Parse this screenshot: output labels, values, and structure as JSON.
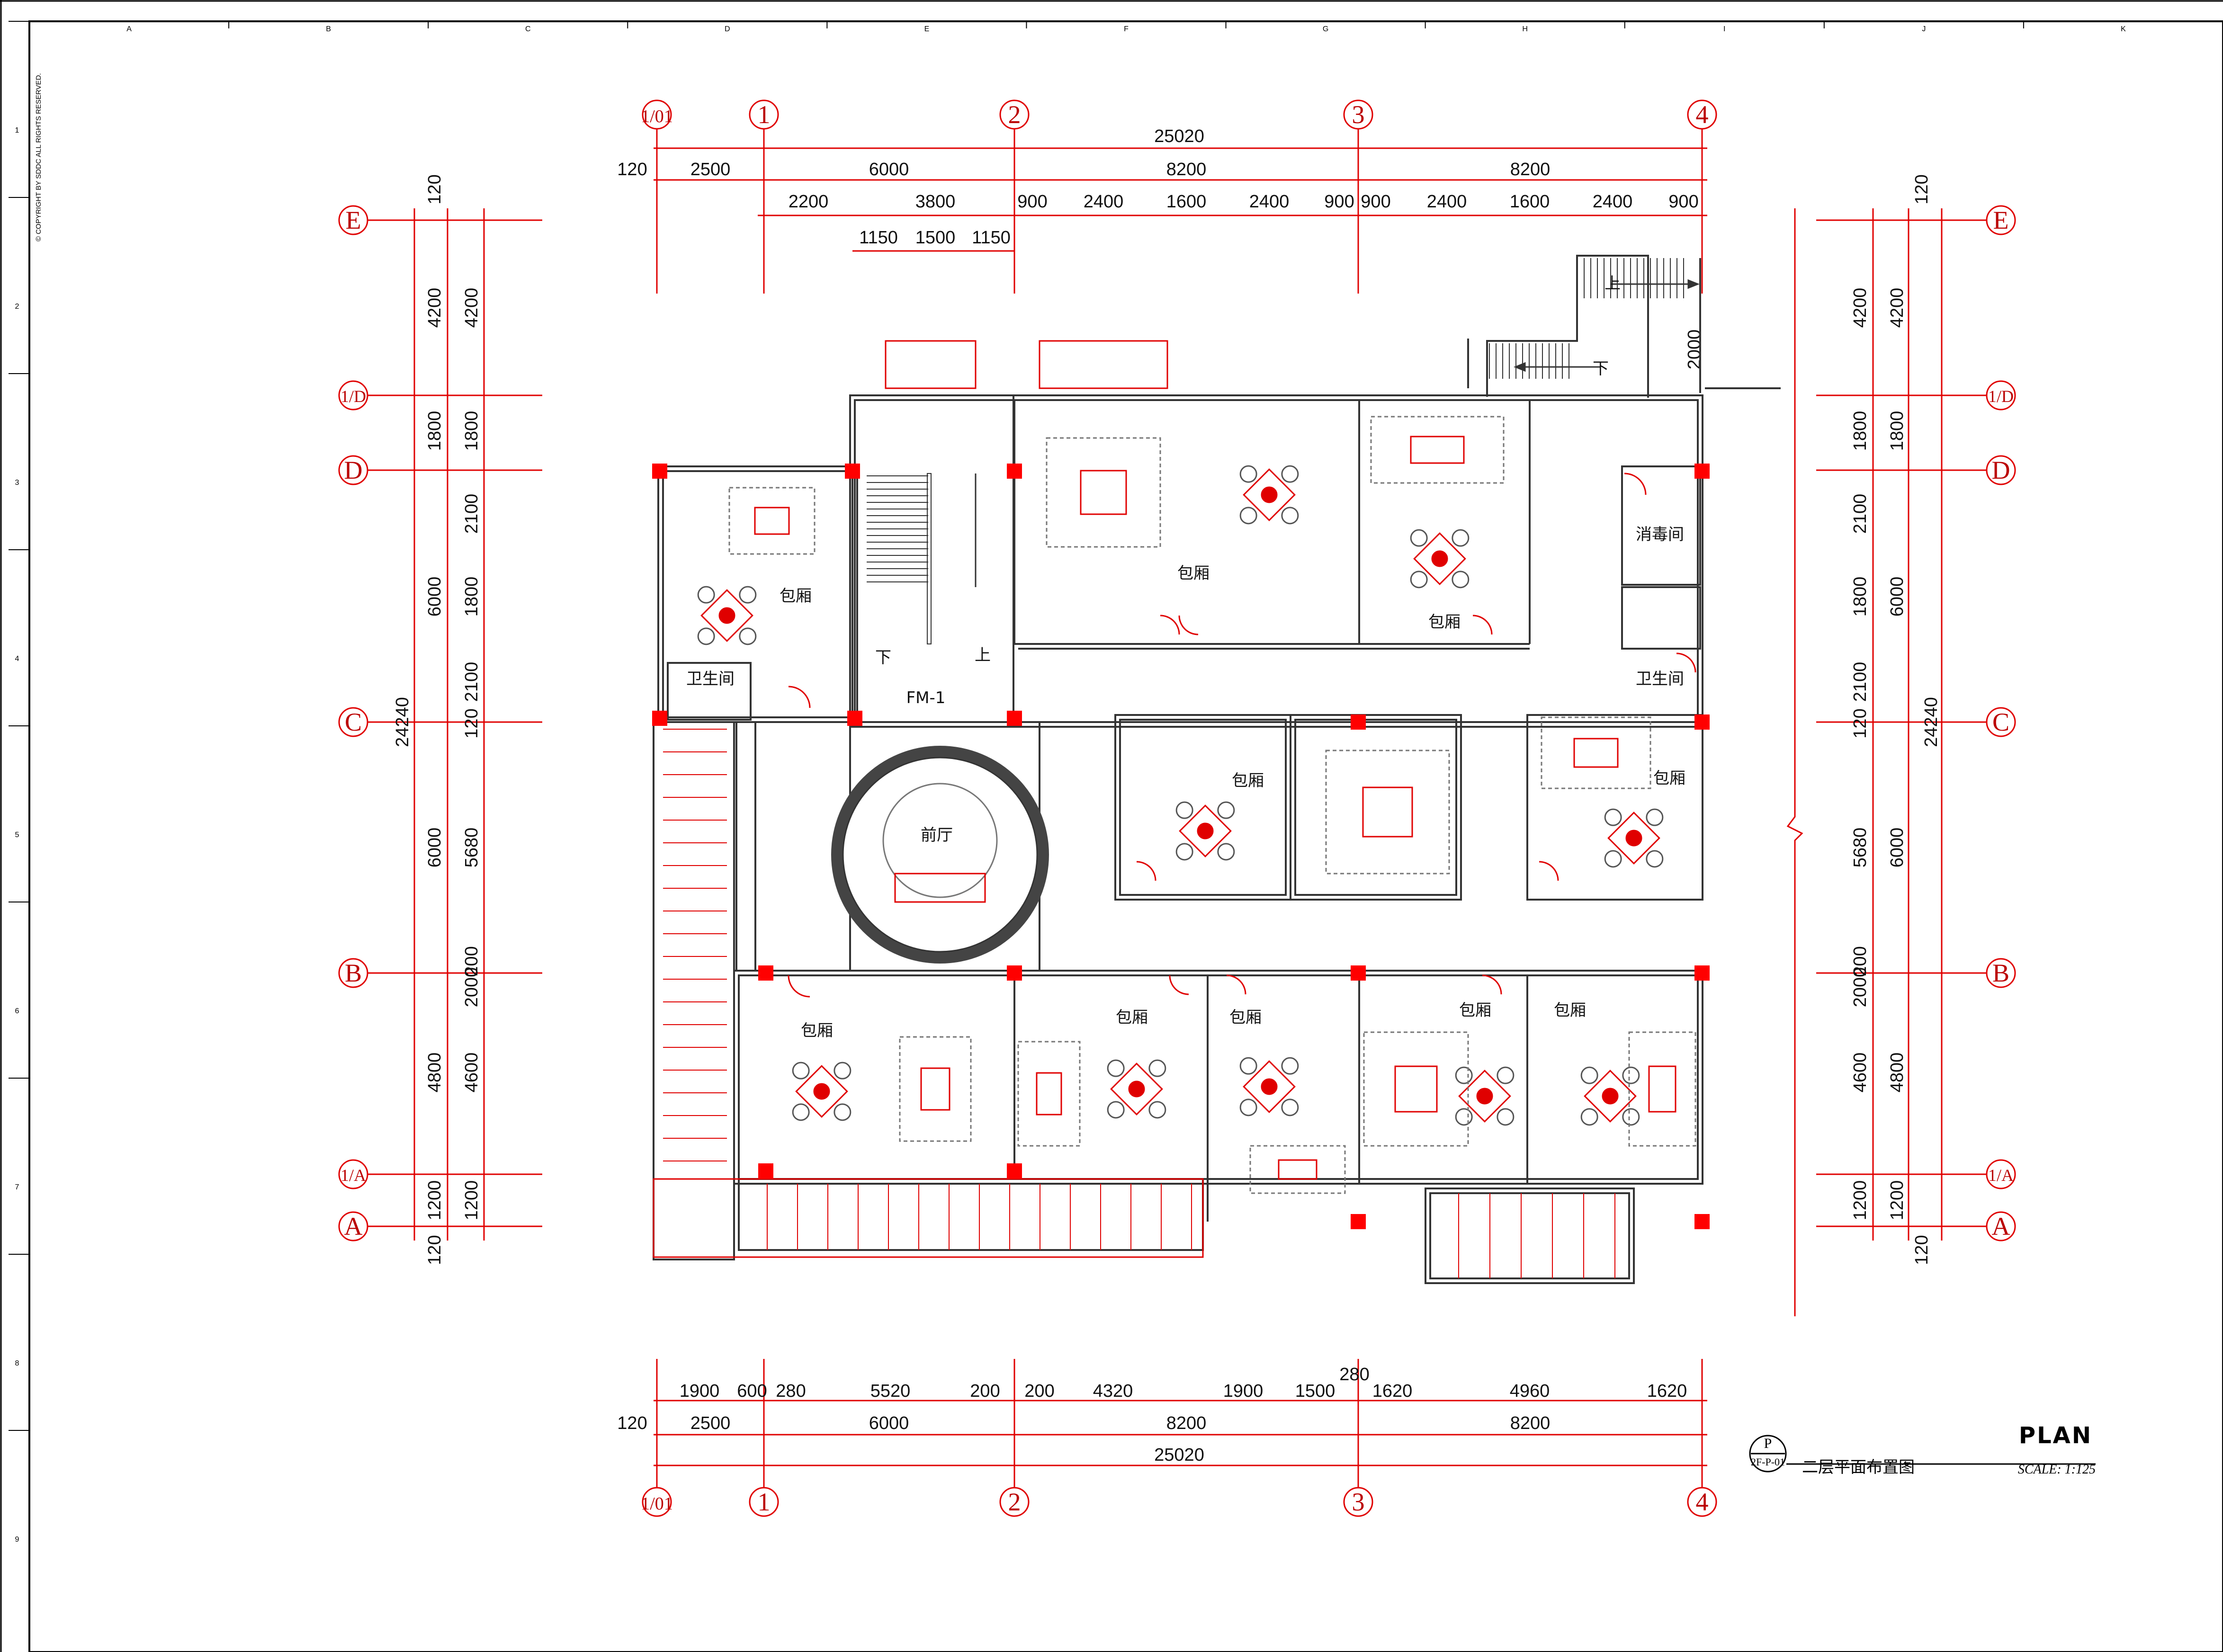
{
  "sheet": {
    "copyright": "© COPYRIGHT BY SDDC ALL RIGHTS RESERVED.",
    "border_columns": [
      "A",
      "B",
      "C",
      "D",
      "E",
      "F",
      "G",
      "H",
      "I",
      "J",
      "K"
    ],
    "border_rows": [
      "1",
      "2",
      "3",
      "4",
      "5",
      "6",
      "7",
      "8",
      "9"
    ]
  },
  "grid": {
    "vertical_axes": [
      "1/01",
      "1",
      "2",
      "3",
      "4"
    ],
    "horizontal_axes": [
      "E",
      "1/D",
      "D",
      "C",
      "B",
      "1/A",
      "A"
    ]
  },
  "dimensions": {
    "top_total": "25020",
    "top_row1": [
      "120",
      "2500",
      "6000",
      "8200",
      "8200"
    ],
    "top_row2": [
      "2200",
      "3800",
      "900",
      "2400",
      "1600",
      "2400",
      "900",
      "900",
      "2400",
      "1600",
      "2400",
      "900"
    ],
    "top_row3": [
      "1150",
      "1500",
      "1150"
    ],
    "bottom_row1": [
      "1900",
      "600",
      "280",
      "5520",
      "200",
      "200",
      "4320",
      "1900",
      "1500",
      "280",
      "1620",
      "4960",
      "1620"
    ],
    "bottom_row2": [
      "120",
      "2500",
      "6000",
      "8200",
      "8200"
    ],
    "bottom_total": "25020",
    "left_outer": [
      "120",
      "4200",
      "1800",
      "6000",
      "24240",
      "6000",
      "4800",
      "1200",
      "120"
    ],
    "left_inner": [
      "4200",
      "1800",
      "2100",
      "1800",
      "2100",
      "120",
      "5680",
      "200",
      "2000",
      "4600",
      "1200"
    ],
    "right_inner": [
      "120",
      "4200",
      "1800",
      "2100",
      "1800",
      "2100",
      "120",
      "5680",
      "200",
      "2000",
      "4600",
      "1200",
      "120"
    ],
    "right_outer": [
      "4200",
      "1800",
      "6000",
      "24240",
      "6000",
      "4800",
      "1200"
    ],
    "stair_height": "2000"
  },
  "rooms": {
    "private_room": "包厢",
    "restroom": "卫生间",
    "disinfection": "消毒间",
    "lobby": "前厅",
    "door_fm": "FM-1",
    "down": "下",
    "up": "上"
  },
  "title_block": {
    "plan_word": "PLAN",
    "sheet_letter": "P",
    "sheet_code": "2F-P-01",
    "title": "二层平面布置图",
    "scale": "SCALE:  1:125"
  },
  "colors": {
    "axis_red": "#e00000",
    "wall": "#333333",
    "column": "#ff0000",
    "furniture": "#e00000"
  }
}
